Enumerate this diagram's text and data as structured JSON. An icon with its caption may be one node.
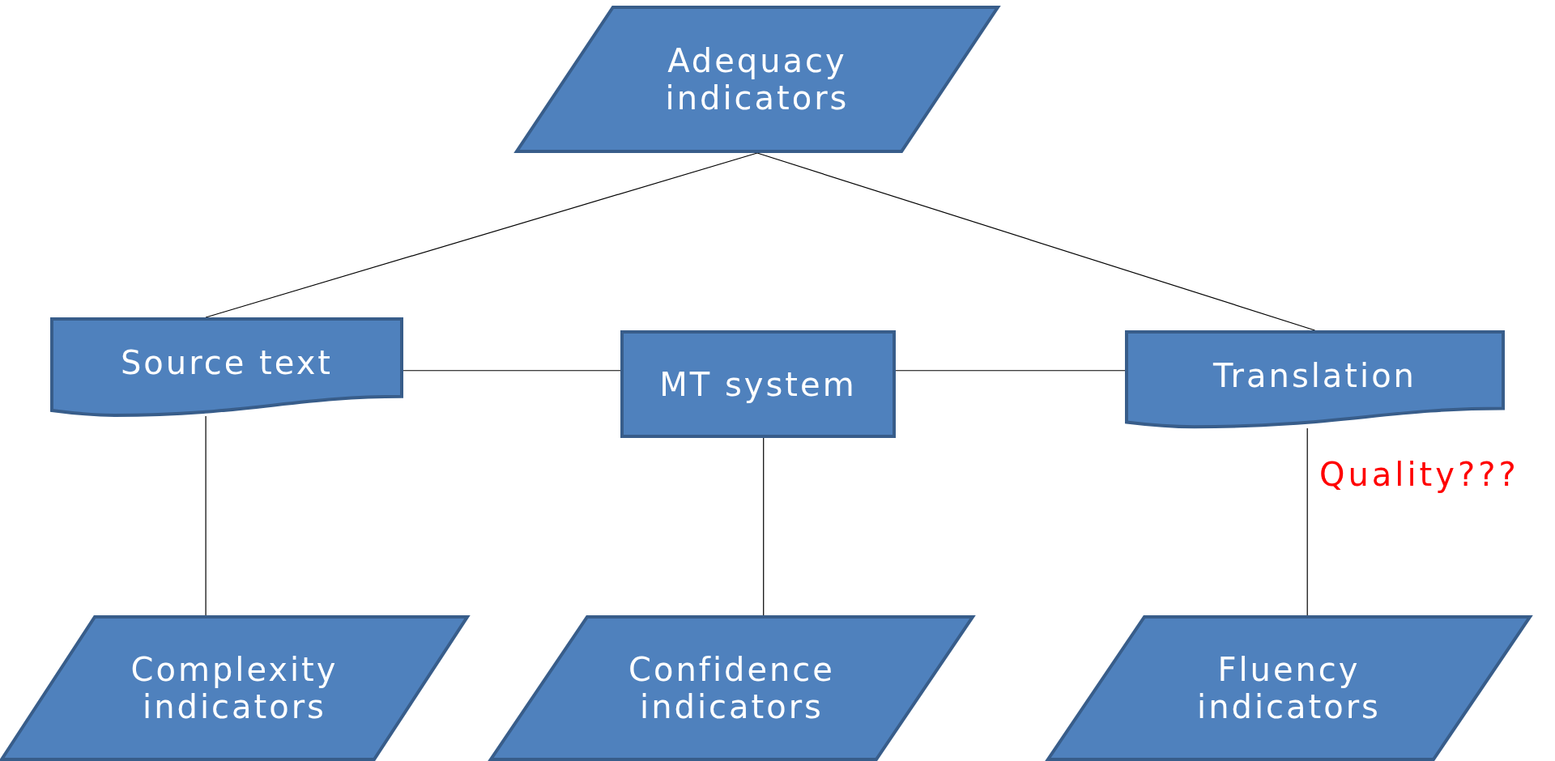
{
  "diagram": {
    "nodes": [
      {
        "text": [
          "Adequacy indicators"
        ]
      },
      {
        "text": [
          "Source text"
        ]
      },
      {
        "text": [
          "MT system"
        ]
      },
      {
        "text": [
          "Translation"
        ],
        "beside": [
          "Quality???"
        ]
      },
      {
        "text": [
          "Complexity indicators"
        ]
      },
      {
        "text": [
          "Confidence indicators"
        ]
      },
      {
        "text": [
          "Fluency indicators"
        ]
      }
    ],
    "edges": [
      {
        "from": 0,
        "to": 1,
        "arrow": "none"
      },
      {
        "from": 0,
        "to": 3,
        "arrow": "none"
      },
      {
        "from": 1,
        "to": 2,
        "arrow": "none"
      },
      {
        "from": 2,
        "to": 3,
        "arrow": "none"
      },
      {
        "from": 1,
        "to": 4,
        "arrow": "none"
      },
      {
        "from": 2,
        "to": 5,
        "arrow": "none"
      },
      {
        "from": 3,
        "to": 6,
        "arrow": "none"
      }
    ]
  }
}
